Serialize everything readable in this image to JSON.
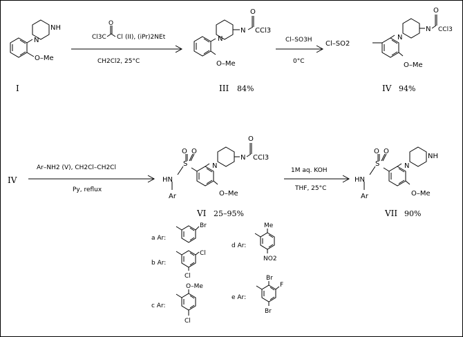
{
  "compounds": {
    "I": {
      "label": "I",
      "substituent": "O–Me",
      "nh": "NH"
    },
    "III": {
      "label": "III",
      "yield": "84%",
      "substituent": "O–Me",
      "acyl": "CCl3",
      "o": "O"
    },
    "IV": {
      "label": "IV",
      "yield": "94%",
      "left_group": "Cl–SO2",
      "substituent": "O–Me",
      "acyl": "CCl3",
      "o": "O"
    },
    "IV_start": {
      "label": "IV"
    },
    "VI": {
      "label": "VI",
      "yield": "25–95%",
      "substituent": "O–Me",
      "acyl": "CCl3",
      "o": "O",
      "s": "S",
      "nh": "HN",
      "ar": "Ar"
    },
    "VII": {
      "label": "VII",
      "yield": "90%",
      "substituent": "O–Me",
      "nh": "NH",
      "s": "S",
      "hn": "HN",
      "ar": "Ar"
    }
  },
  "reagents": {
    "step1_top_acyl": "Cl3C",
    "step1_top_cl": "Cl",
    "step1_top_o": "O",
    "step1_top_rest": "(II), (iPr)2NEt",
    "step1_bottom": "CH2Cl2, 25°C",
    "step2_top": "Cl–SO3H",
    "step2_bottom": "0°C",
    "step3_top": "Ar–NH2 (V), CH2Cl–CH2Cl",
    "step3_bottom": "Py, reflux",
    "step4_top": "1M aq. KOH",
    "step4_bottom": "THF, 25°C"
  },
  "aryl_groups": [
    {
      "key": "a",
      "label": "a Ar:",
      "substituents": [
        "Br"
      ]
    },
    {
      "key": "b",
      "label": "b Ar:",
      "substituents": [
        "Cl",
        "Cl"
      ]
    },
    {
      "key": "c",
      "label": "c Ar:",
      "substituents": [
        "O–Me",
        "Cl"
      ]
    },
    {
      "key": "d",
      "label": "d Ar:",
      "substituents": [
        "Me",
        "NO2"
      ]
    },
    {
      "key": "e",
      "label": "e Ar:",
      "substituents": [
        "Br",
        "F",
        "Br"
      ]
    }
  ]
}
